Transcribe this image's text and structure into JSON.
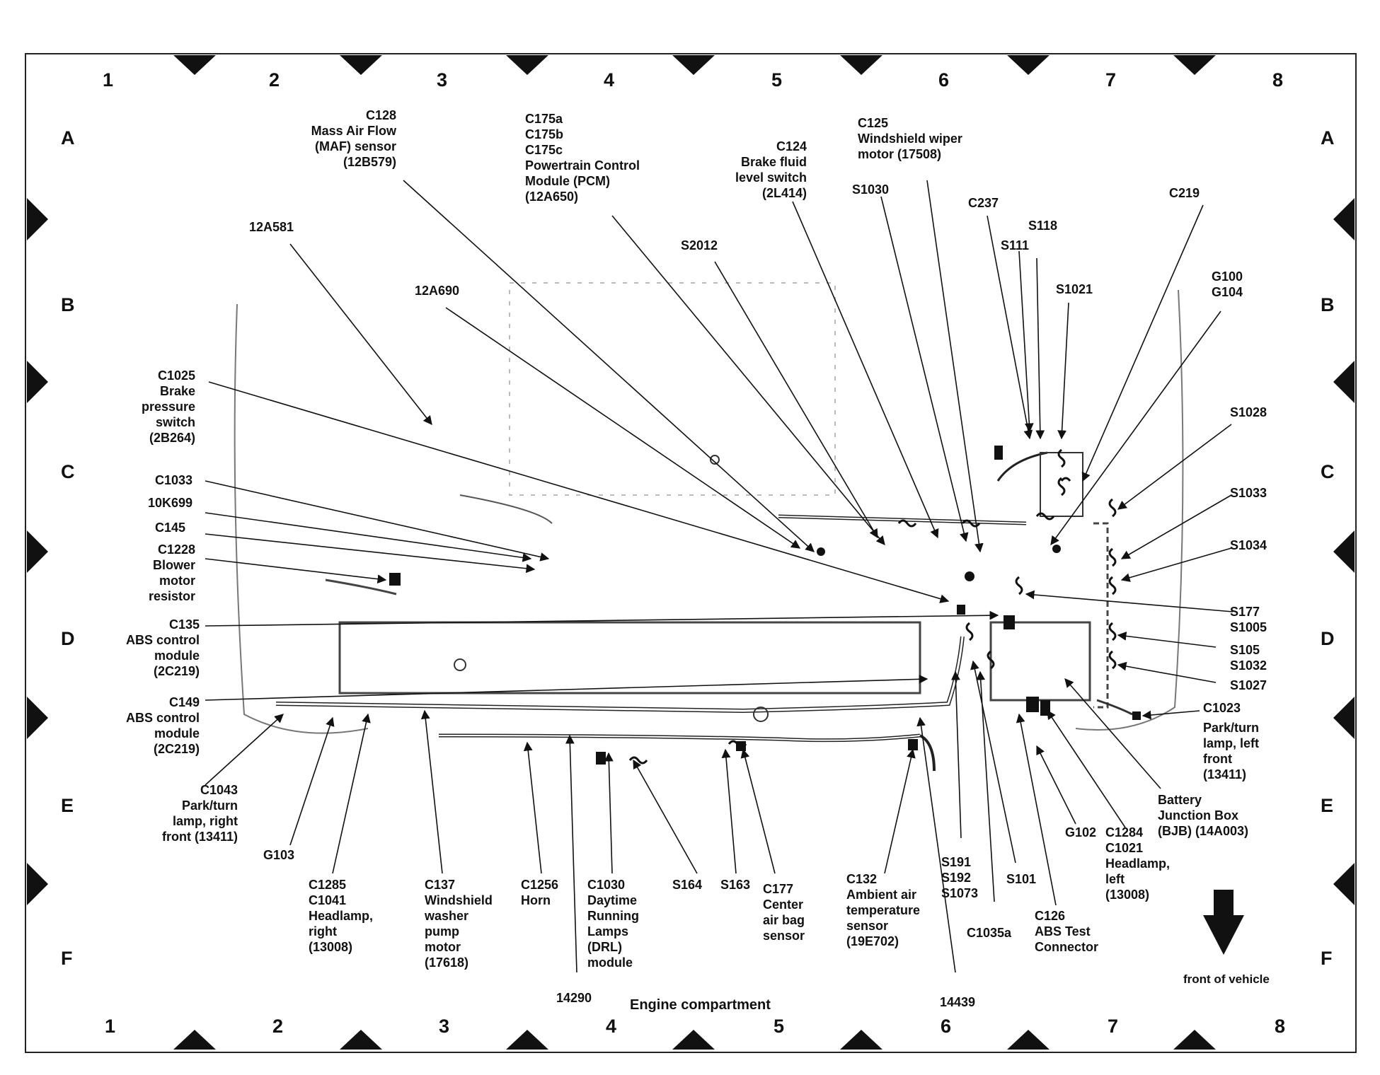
{
  "title": "Engine compartment",
  "front_label": "front of vehicle",
  "grid": {
    "columns": [
      "1",
      "2",
      "3",
      "4",
      "5",
      "6",
      "7",
      "8"
    ],
    "rows": [
      "A",
      "B",
      "C",
      "D",
      "E",
      "F"
    ]
  },
  "labels": {
    "c128": [
      "C128",
      "Mass Air Flow",
      "(MAF) sensor",
      "(12B579)"
    ],
    "c175": [
      "C175a",
      "C175b",
      "C175c",
      "Powertrain Control",
      "Module (PCM)",
      "(12A650)"
    ],
    "c124": [
      "C124",
      "Brake fluid",
      "level switch",
      "(2L414)"
    ],
    "c125": [
      "C125",
      "Windshield wiper",
      "motor (17508)"
    ],
    "s1030": [
      "S1030"
    ],
    "c237": [
      "C237"
    ],
    "s118": [
      "S118"
    ],
    "s111": [
      "S111"
    ],
    "c219": [
      "C219"
    ],
    "s1021": [
      "S1021"
    ],
    "g100": [
      "G100",
      "G104"
    ],
    "a12a581": [
      "12A581"
    ],
    "s2012": [
      "S2012"
    ],
    "a12a690": [
      "12A690"
    ],
    "c1025": [
      "C1025",
      "Brake",
      "pressure",
      "switch",
      "(2B264)"
    ],
    "s1028": [
      "S1028"
    ],
    "c1033": [
      "C1033"
    ],
    "k10k699": [
      "10K699"
    ],
    "c145": [
      "C145"
    ],
    "c1228": [
      "C1228",
      "Blower",
      "motor",
      "resistor"
    ],
    "s1033": [
      "S1033"
    ],
    "s1034": [
      "S1034"
    ],
    "s177": [
      "S177",
      "S1005"
    ],
    "c135": [
      "C135",
      "ABS control",
      "module",
      "(2C219)"
    ],
    "s105": [
      "S105",
      "S1032"
    ],
    "s1027": [
      "S1027"
    ],
    "c149": [
      "C149",
      "ABS control",
      "module",
      "(2C219)"
    ],
    "c1023": [
      "C1023"
    ],
    "parkleft": [
      "Park/turn",
      "lamp, left",
      "front",
      "(13411)"
    ],
    "c1043": [
      "C1043",
      "Park/turn",
      "lamp, right",
      "front (13411)"
    ],
    "bjb": [
      "Battery",
      "Junction Box",
      "(BJB) (14A003)"
    ],
    "g103": [
      "G103"
    ],
    "g102": [
      "G102"
    ],
    "c1284": [
      "C1284",
      "C1021",
      "Headlamp,",
      "left",
      "(13008)"
    ],
    "c1285": [
      "C1285",
      "C1041",
      "Headlamp,",
      "right",
      "(13008)"
    ],
    "c137": [
      "C137",
      "Windshield",
      "washer",
      "pump",
      "motor",
      "(17618)"
    ],
    "c1256": [
      "C1256",
      "Horn"
    ],
    "c1030": [
      "C1030",
      "Daytime",
      "Running",
      "Lamps",
      "(DRL)",
      "module"
    ],
    "s164": [
      "S164"
    ],
    "s163": [
      "S163"
    ],
    "c177": [
      "C177",
      "Center",
      "air bag",
      "sensor"
    ],
    "c132": [
      "C132",
      "Ambient air",
      "temperature",
      "sensor",
      "(19E702)"
    ],
    "s191": [
      "S191",
      "S192",
      "S1073"
    ],
    "s101": [
      "S101"
    ],
    "c1035a": [
      "C1035a"
    ],
    "c126": [
      "C126",
      "ABS Test",
      "Connector"
    ],
    "n14290": [
      "14290"
    ],
    "n14439": [
      "14439"
    ]
  }
}
